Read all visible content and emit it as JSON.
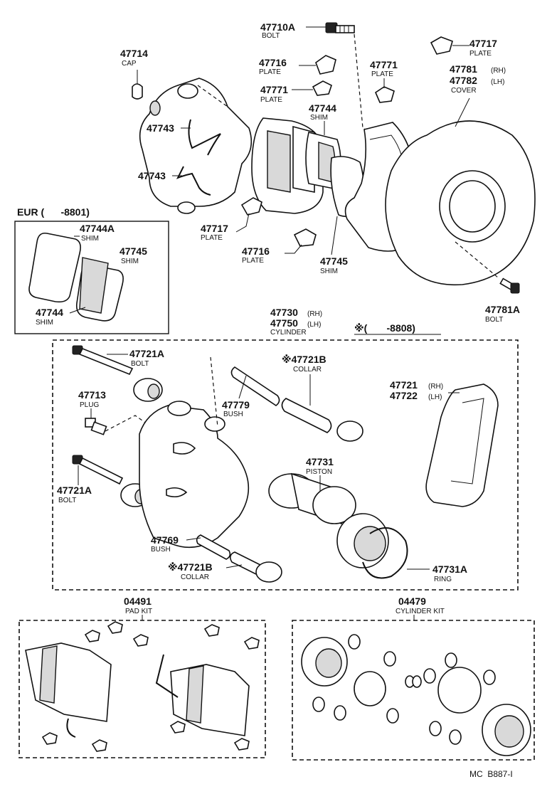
{
  "parts": [
    {
      "key": "p47710A",
      "number": "47710A",
      "name": "BOLT"
    },
    {
      "key": "p47714",
      "number": "47714",
      "name": "CAP"
    },
    {
      "key": "p47716a",
      "number": "47716",
      "name": "PLATE"
    },
    {
      "key": "p47771a",
      "number": "47771",
      "name": "PLATE"
    },
    {
      "key": "p47771b",
      "number": "47771",
      "name": "PLATE"
    },
    {
      "key": "p47717a",
      "number": "47717",
      "name": "PLATE"
    },
    {
      "key": "p47744a",
      "number": "47744",
      "name": "SHIM"
    },
    {
      "key": "p47743a",
      "number": "47743",
      "name": ""
    },
    {
      "key": "p47743b",
      "number": "47743",
      "name": ""
    },
    {
      "key": "p47717b",
      "number": "47717",
      "name": "PLATE"
    },
    {
      "key": "p47716b",
      "number": "47716",
      "name": "PLATE"
    },
    {
      "key": "p47745a",
      "number": "47745",
      "name": "SHIM"
    },
    {
      "key": "p47781A",
      "number": "47781A",
      "name": "BOLT"
    },
    {
      "key": "p47744A",
      "number": "47744A",
      "name": "SHIM"
    },
    {
      "key": "p47745b",
      "number": "47745",
      "name": "SHIM"
    },
    {
      "key": "p47744b",
      "number": "47744",
      "name": "SHIM"
    },
    {
      "key": "p47721Aa",
      "number": "47721A",
      "name": "BOLT"
    },
    {
      "key": "p47713",
      "number": "47713",
      "name": "PLUG"
    },
    {
      "key": "p47721Ab",
      "number": "47721A",
      "name": "BOLT"
    },
    {
      "key": "p47779",
      "number": "47779",
      "name": "BUSH"
    },
    {
      "key": "p47721Ba",
      "number": "※47721B",
      "name": "COLLAR"
    },
    {
      "key": "p47731",
      "number": "47731",
      "name": "PISTON"
    },
    {
      "key": "p47769",
      "number": "47769",
      "name": "BUSH"
    },
    {
      "key": "p47721Bb",
      "number": "※47721B",
      "name": "COLLAR"
    },
    {
      "key": "p47731A",
      "number": "47731A",
      "name": "RING"
    }
  ],
  "multi_parts": {
    "cover": {
      "line1": "47781",
      "side1": "(RH)",
      "line2": "47782",
      "side2": "(LH)",
      "name": "COVER"
    },
    "cylinder": {
      "line1": "47730",
      "side1": "(RH)",
      "line2": "47750",
      "side2": "(LH)",
      "name": "CYLINDER"
    },
    "mounting": {
      "line1": "47721",
      "side1": "(RH)",
      "line2": "47722",
      "side2": "(LH)"
    }
  },
  "boxes": {
    "eur_label": "EUR (      -8801)",
    "note_label": "※(       -8808)"
  },
  "kits": {
    "pad": {
      "number": "04491",
      "name": "PAD KIT"
    },
    "cylinder": {
      "number": "04479",
      "name": "CYLINDER KIT"
    }
  },
  "footer": {
    "code": "MC  B887-I"
  }
}
